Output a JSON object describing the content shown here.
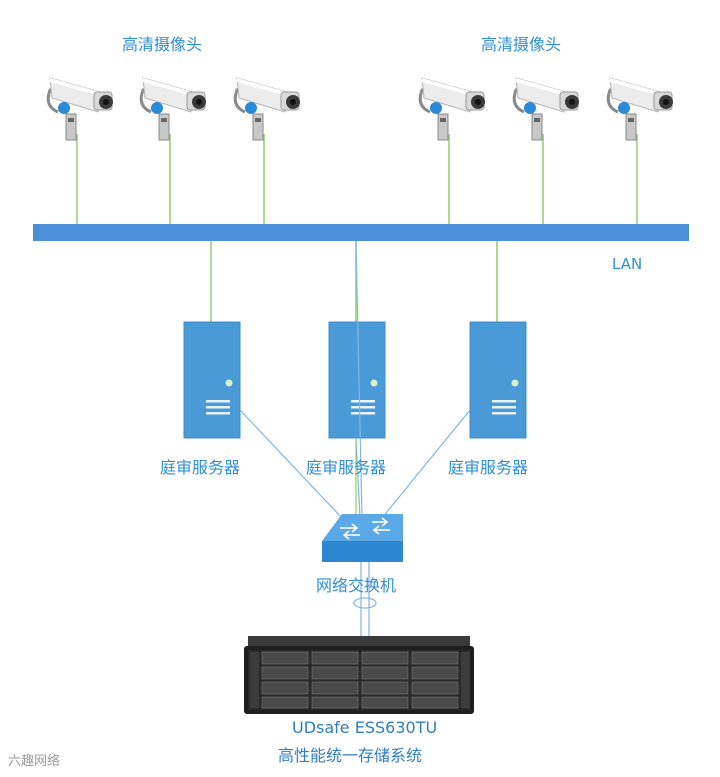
{
  "camera_groups": [
    {
      "label": "高清摄像头",
      "count": 3
    },
    {
      "label": "高清摄像头",
      "count": 3
    }
  ],
  "network": {
    "label": "LAN"
  },
  "servers": [
    {
      "label": "庭审服务器"
    },
    {
      "label": "庭审服务器"
    },
    {
      "label": "庭审服务器"
    }
  ],
  "switch": {
    "label": "网络交换机"
  },
  "storage": {
    "model": "UDsafe ESS630TU",
    "description": "高性能统一存储系统"
  },
  "watermark": "六趣网络",
  "colors": {
    "lan_bar": "#4a90d9",
    "server": "#4a9ad8",
    "link_green": "#8fcf6a",
    "link_blue": "#7fb6e6",
    "label": "#2f8fd2"
  }
}
